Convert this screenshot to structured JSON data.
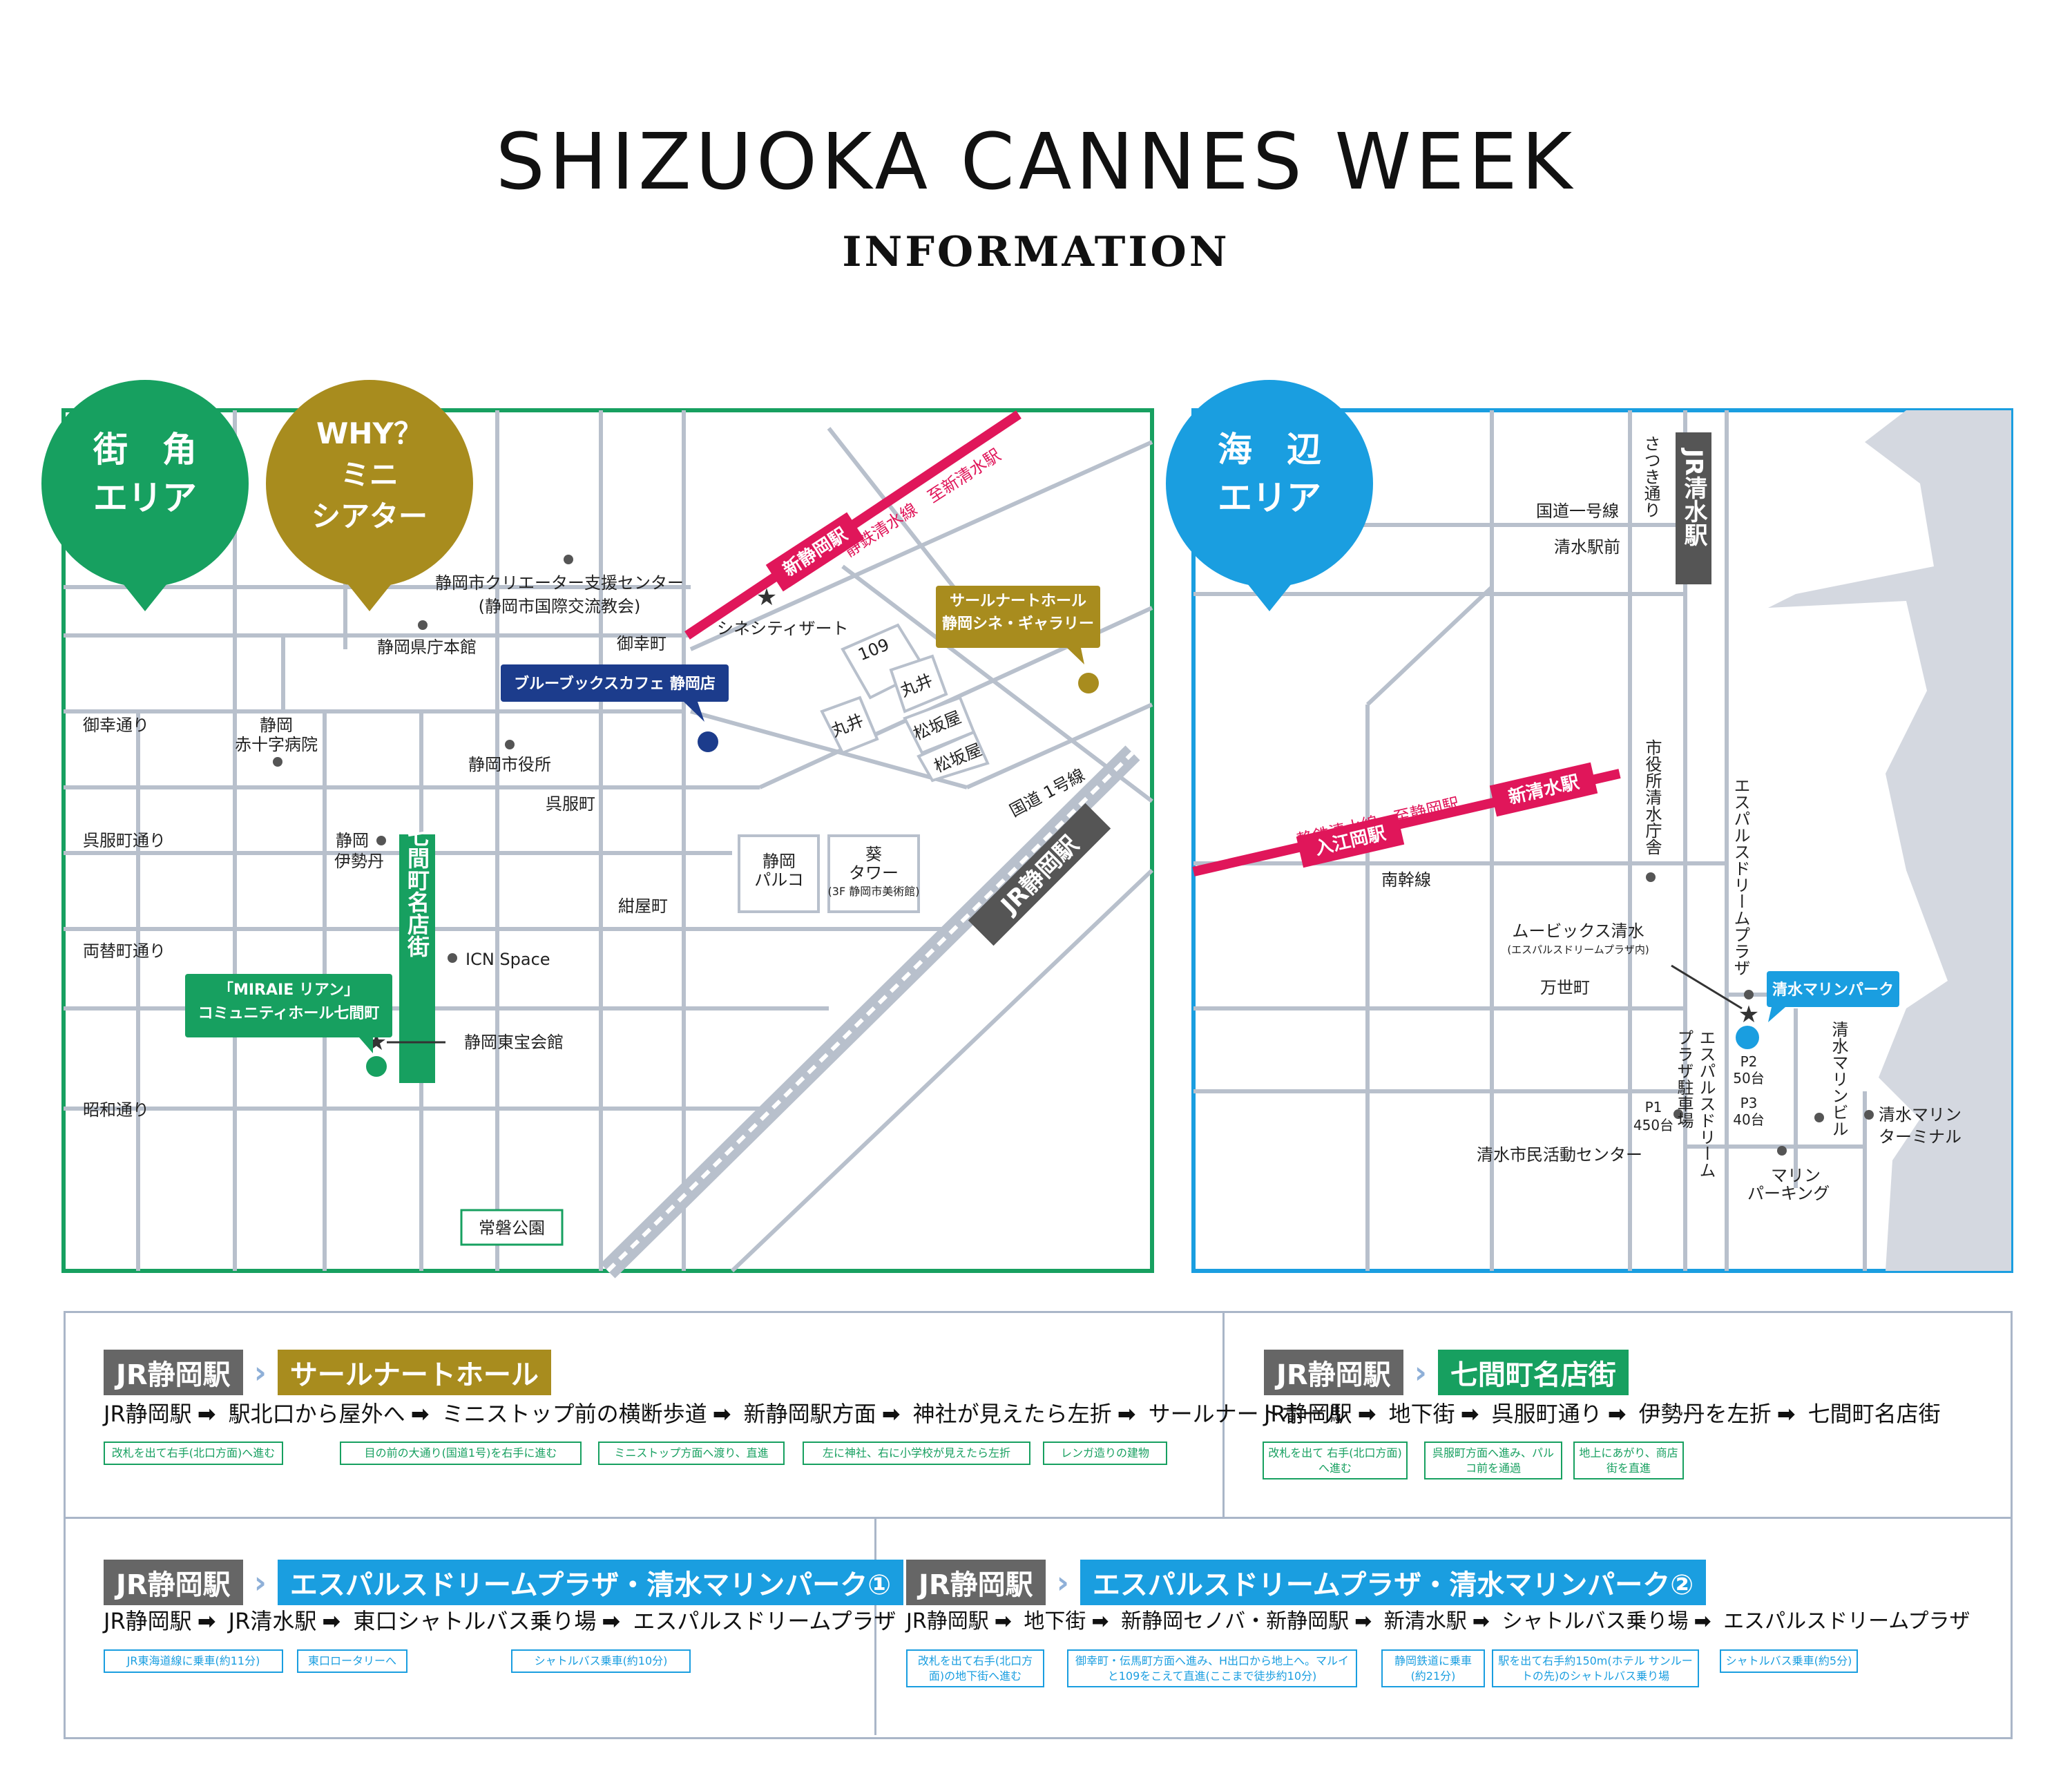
{
  "header": {
    "title": "SHIZUOKA CANNES WEEK",
    "subtitle": "INFORMATION"
  },
  "colors": {
    "green": "#17a060",
    "gold": "#a88c1e",
    "cyan": "#1a9ee0",
    "navy": "#1c3c8c",
    "magenta": "#e0165a",
    "road": "#b8c0cc",
    "grey": "#666666",
    "sea": "#d4d8e0"
  },
  "map_left": {
    "bubbles": {
      "machikado_1": "街　角",
      "machikado_2": "エリア",
      "why_1": "WHY？",
      "why_2": "ミニ",
      "why_3": "シアター"
    },
    "rail": {
      "station": "新静岡駅",
      "line": "静鉄清水線　至新清水駅"
    },
    "places": {
      "creator_1": "静岡市クリエーター支援センター",
      "creator_2": "(静岡市国際交流教会)",
      "kencho": "静岡県庁本館",
      "gokomachi": "御幸町",
      "cinecity": "シネシティザート",
      "bluebooks": "ブルーブックスカフェ 静岡店",
      "salna_1": "サールナートホール",
      "salna_2": "静岡シネ・ギャラリー",
      "gokomachi_dori": "御幸通り",
      "sekijuji_1": "静岡",
      "sekijuji_2": "赤十字病院",
      "shiyakusho": "静岡市役所",
      "gofukucho": "呉服町",
      "gofukucho_dori": "呉服町通り",
      "isetan_1": "静岡",
      "isetan_2": "伊勢丹",
      "nanakenchou": "七間町名店街",
      "parco_1": "静岡",
      "parco_2": "パルコ",
      "aoi_1": "葵",
      "aoi_2": "タワー",
      "aoi_3": "(3F 静岡市美術館)",
      "kon_ya": "紺屋町",
      "ryogae": "両替町通り",
      "icn": "ICN Space",
      "miraie_1": "「MIRAIE リアン」",
      "miraie_2": "コミュニティホール七間町",
      "toho": "静岡東宝会館",
      "showa": "昭和通り",
      "tokiwa": "常磐公園",
      "kokudo": "国道 1号線",
      "jr": "JR静岡駅",
      "b109": "109",
      "marui_a": "丸井",
      "marui_b": "丸井",
      "matsuzakaya_a": "松坂屋",
      "matsuzakaya_b": "松坂屋"
    }
  },
  "map_right": {
    "bubble_1": "海　辺",
    "bubble_2": "エリア",
    "places": {
      "satsuki": "さつき通り",
      "jr_shimizu": "JR清水駅",
      "kokudo": "国道一号線",
      "ekimae": "清水駅前",
      "shiyakusho": "市役所清水庁舎",
      "line": "静鉄清水線　至静岡駅",
      "irie": "入江岡駅",
      "shinshimizu": "新清水駅",
      "nankan": "南幹線",
      "dream_plaza": "エスパルスドリームプラザ",
      "movix_1": "ムービックス清水",
      "movix_2": "(エスパルスドリームプラザ内)",
      "marinpark": "清水マリンパーク",
      "manse": "万世町",
      "parking_1": "エスパルスドリーム",
      "parking_2": "プラザ駐車場",
      "p1_1": "P1",
      "p1_2": "450台",
      "p2_1": "P2",
      "p2_2": "50台",
      "p3_1": "P3",
      "p3_2": "40台",
      "marinbuilding": "清水マリンビル",
      "terminal_1": "清水マリン",
      "terminal_2": "ターミナル",
      "minkatsu": "清水市民活動センター",
      "marinparking_1": "マリン",
      "marinparking_2": "パーキング"
    }
  },
  "routes": [
    {
      "from": "JR静岡駅",
      "to": "サールナートホール",
      "color": "#a88c1e",
      "steps": [
        "JR静岡駅",
        "駅北口から屋外へ",
        "ミニストップ前の横断歩道",
        "新静岡駅方面",
        "神社が見えたら左折",
        "サールナートホール"
      ],
      "notes": [
        "改札を出て右手(北口方面)へ進む",
        "目の前の大通り(国道1号)を右手に進む",
        "ミニストップ方面へ渡り、直進",
        "左に神社、右に小学校が見えたら左折",
        "レンガ造りの建物"
      ]
    },
    {
      "from": "JR静岡駅",
      "to": "七間町名店街",
      "color": "#17a060",
      "steps": [
        "JR静岡駅",
        "地下街",
        "呉服町通り",
        "伊勢丹を左折",
        "七間町名店街"
      ],
      "notes": [
        "改札を出て 右手(北口方面)へ進む",
        "呉服町方面へ進み、パルコ前を通過",
        "地上にあがり、商店街を直進"
      ]
    },
    {
      "from": "JR静岡駅",
      "to": "エスパルスドリームプラザ・清水マリンパーク①",
      "color": "#1a9ee0",
      "steps": [
        "JR静岡駅",
        "JR清水駅",
        "東口シャトルバス乗り場",
        "エスパルスドリームプラザ"
      ],
      "notes": [
        "JR東海道線に乗車(約11分)",
        "東口ロータリーへ",
        "シャトルバス乗車(約10分)"
      ]
    },
    {
      "from": "JR静岡駅",
      "to": "エスパルスドリームプラザ・清水マリンパーク②",
      "color": "#1a9ee0",
      "steps": [
        "JR静岡駅",
        "地下街",
        "新静岡セノバ・新静岡駅",
        "新清水駅",
        "シャトルバス乗り場",
        "エスパルスドリームプラザ"
      ],
      "notes": [
        "改札を出て右手(北口方面)の地下街へ進む",
        "御幸町・伝馬町方面へ進み、H出口から地上へ。マルイと109をこえて直進(ここまで徒歩約10分)",
        "静岡鉄道に乗車(約21分)",
        "駅を出て右手約150m(ホテル サンルートの先)のシャトルバス乗り場",
        "シャトルバス乗車(約5分)"
      ]
    }
  ]
}
